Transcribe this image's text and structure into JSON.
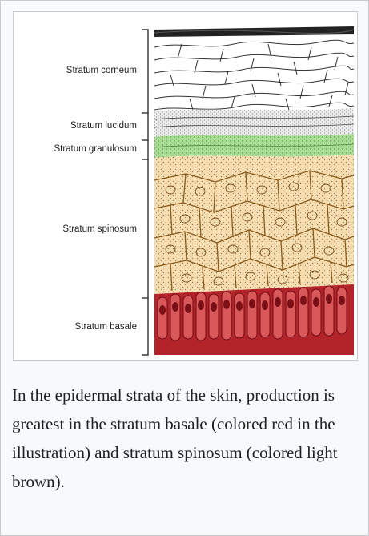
{
  "figure": {
    "layers": [
      {
        "id": "corneum",
        "label": "Stratum corneum",
        "color": "#ffffff"
      },
      {
        "id": "lucidum",
        "label": "Stratum lucidum",
        "color": "#e4e4e4"
      },
      {
        "id": "granulosum",
        "label": "Stratum granulosum",
        "color": "#9fd58f"
      },
      {
        "id": "spinosum",
        "label": "Stratum spinosum",
        "color": "#f5dcae"
      },
      {
        "id": "basale",
        "label": "Stratum basale",
        "color": "#b3242a"
      }
    ]
  },
  "caption": {
    "text": "In the epidermal strata of the skin, production is greatest in the stratum basale (colored red in the illustration) and stratum spinosum (colored light brown)."
  }
}
